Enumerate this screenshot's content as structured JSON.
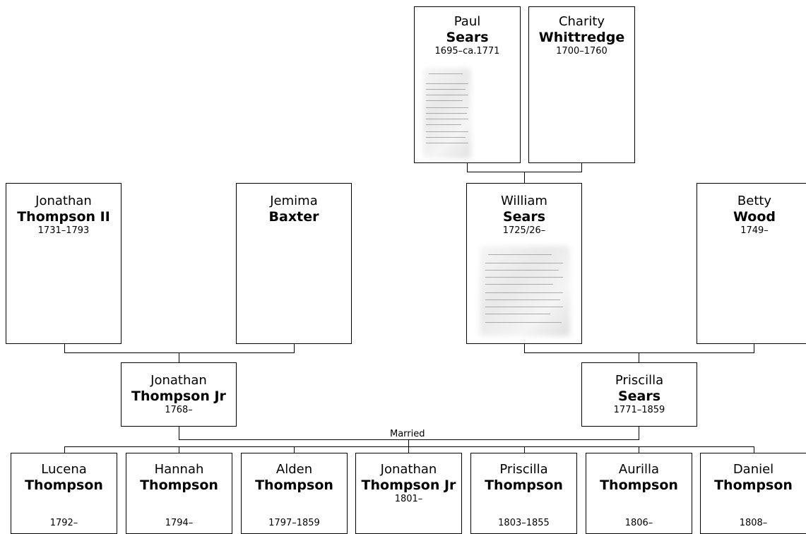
{
  "married_label": "Married",
  "people": {
    "paul": {
      "first": "Paul",
      "last": "Sears",
      "dates": "1695–ca.1771"
    },
    "charity": {
      "first": "Charity",
      "last": "Whittredge",
      "dates": "1700–1760"
    },
    "jonathan_ii": {
      "first": "Jonathan",
      "last": "Thompson II",
      "dates": "1731–1793"
    },
    "jemima": {
      "first": "Jemima",
      "last": "Baxter",
      "dates": ""
    },
    "william": {
      "first": "William",
      "last": "Sears",
      "dates": "1725/26–"
    },
    "betty": {
      "first": "Betty",
      "last": "Wood",
      "dates": "1749–"
    },
    "jonathan_jr": {
      "first": "Jonathan",
      "last": "Thompson Jr",
      "dates": "1768–"
    },
    "priscilla": {
      "first": "Priscilla",
      "last": "Sears",
      "dates": "1771–1859"
    }
  },
  "children": [
    {
      "first": "Lucena",
      "last": "Thompson",
      "dates": "1792–"
    },
    {
      "first": "Hannah",
      "last": "Thompson",
      "dates": "1794–"
    },
    {
      "first": "Alden",
      "last": "Thompson",
      "dates": "1797–1859"
    },
    {
      "first": "Jonathan",
      "last": "Thompson Jr",
      "dates": "1801–"
    },
    {
      "first": "Priscilla",
      "last": "Thompson",
      "dates": "1803–1855"
    },
    {
      "first": "Aurilla",
      "last": "Thompson",
      "dates": "1806–"
    },
    {
      "first": "Daniel",
      "last": "Thompson",
      "dates": "1808–"
    }
  ]
}
